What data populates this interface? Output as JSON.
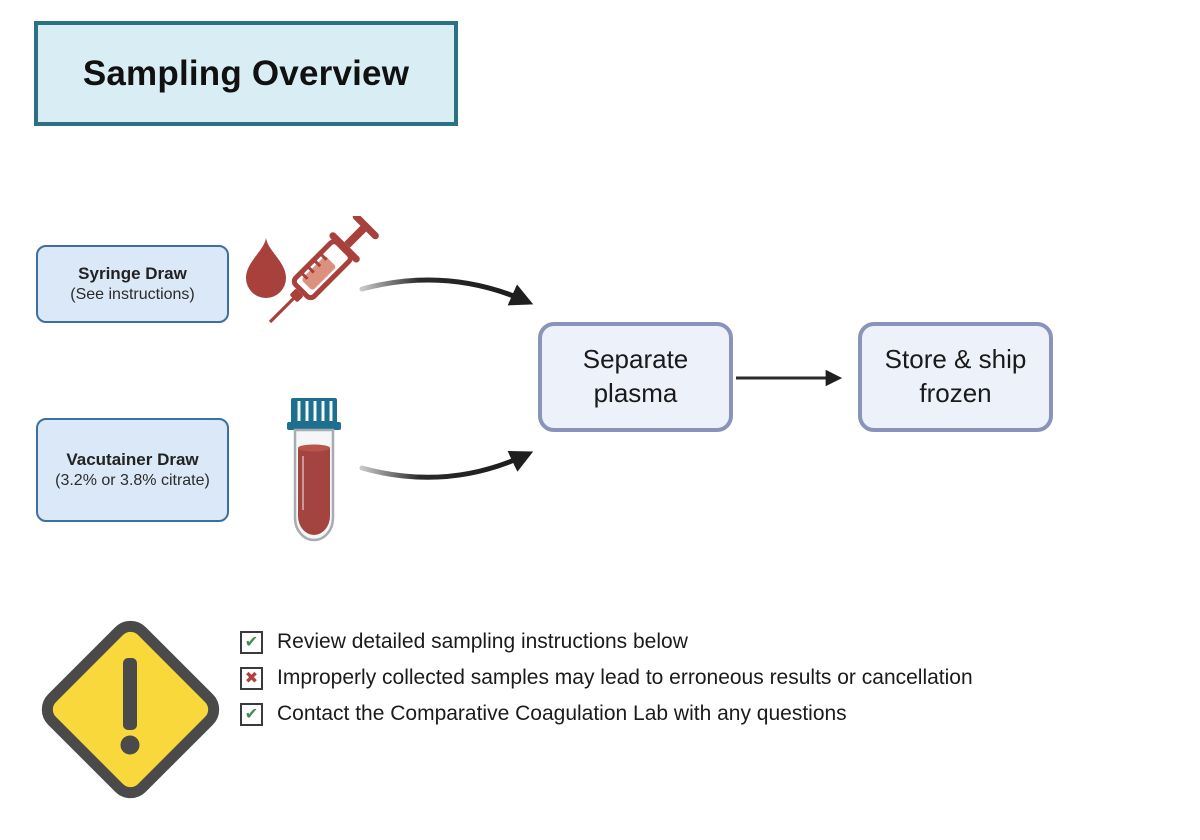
{
  "title": {
    "label": "Sampling Overview"
  },
  "flow": {
    "inputs": [
      {
        "title": "Syringe Draw",
        "subtitle": "(See instructions)",
        "icon": "blood-drop-syringe-icon"
      },
      {
        "title": "Vacutainer Draw",
        "subtitle": "(3.2% or 3.8% citrate)",
        "icon": "blood-collection-tube-icon"
      }
    ],
    "steps": [
      {
        "label": "Separate plasma"
      },
      {
        "label": "Store & ship frozen"
      }
    ]
  },
  "checklist": {
    "warning_icon": "warning-diamond-icon",
    "items": [
      {
        "status": "check",
        "glyph": "✔",
        "text": "Review detailed sampling instructions below"
      },
      {
        "status": "cross",
        "glyph": "✖",
        "text": "Improperly collected samples may lead to erroneous results or cancellation"
      },
      {
        "status": "check",
        "glyph": "✔",
        "text": "Contact the Comparative Coagulation Lab with any questions"
      }
    ]
  },
  "colors": {
    "title_fill": "#D9EDF4",
    "title_border": "#2C7083",
    "input_fill": "#DBE8F7",
    "input_border": "#3D6EA5",
    "step_fill": "#EDF1F9",
    "step_border": "#8A94BB",
    "blood_red": "#A8403C",
    "syringe_barrel_fill": "#DC917F",
    "tube_cap_teal": "#1E6E90",
    "warning_yellow": "#F9D83B",
    "warning_gray": "#4A4A4A",
    "check_green": "#448B51",
    "cross_red": "#B2403C",
    "arrow_black": "#1F1F1F"
  }
}
